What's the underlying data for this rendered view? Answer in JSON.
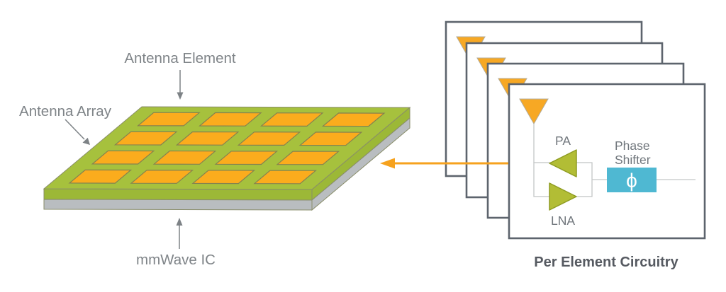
{
  "diagram": {
    "array": {
      "element_label": "Antenna Element",
      "array_label": "Antenna Array",
      "ic_label": "mmWave IC",
      "grid": {
        "rows": 4,
        "cols": 4
      }
    },
    "circuitry": {
      "title": "Per Element Circuitry",
      "stack_count": 4,
      "pa_label": "PA",
      "lna_label": "LNA",
      "phase_label_line1": "Phase",
      "phase_label_line2": "Shifter",
      "phase_symbol": "ϕ"
    },
    "colors": {
      "board_green": "#a6c13d",
      "board_green_side": "#9cb837",
      "board_outline": "#898d6a",
      "substrate_gray": "#b9bdc0",
      "patch_orange": "#fbac1d",
      "patch_outline": "#85824f",
      "antenna_orange": "#f7a824",
      "antenna_outline": "#b3ab97",
      "amp_olive": "#b2bd35",
      "amp_outline": "#8e9c22",
      "phase_teal": "#4fb8d2",
      "card_border": "#5d646d",
      "wire_gray": "#c4c6c7",
      "arrow_orange": "#f6a21e",
      "label_gray": "#7f8488",
      "circuit_label_gray": "#70767c",
      "title_gray": "#565a61",
      "pointer_gray": "#7d8286"
    }
  }
}
